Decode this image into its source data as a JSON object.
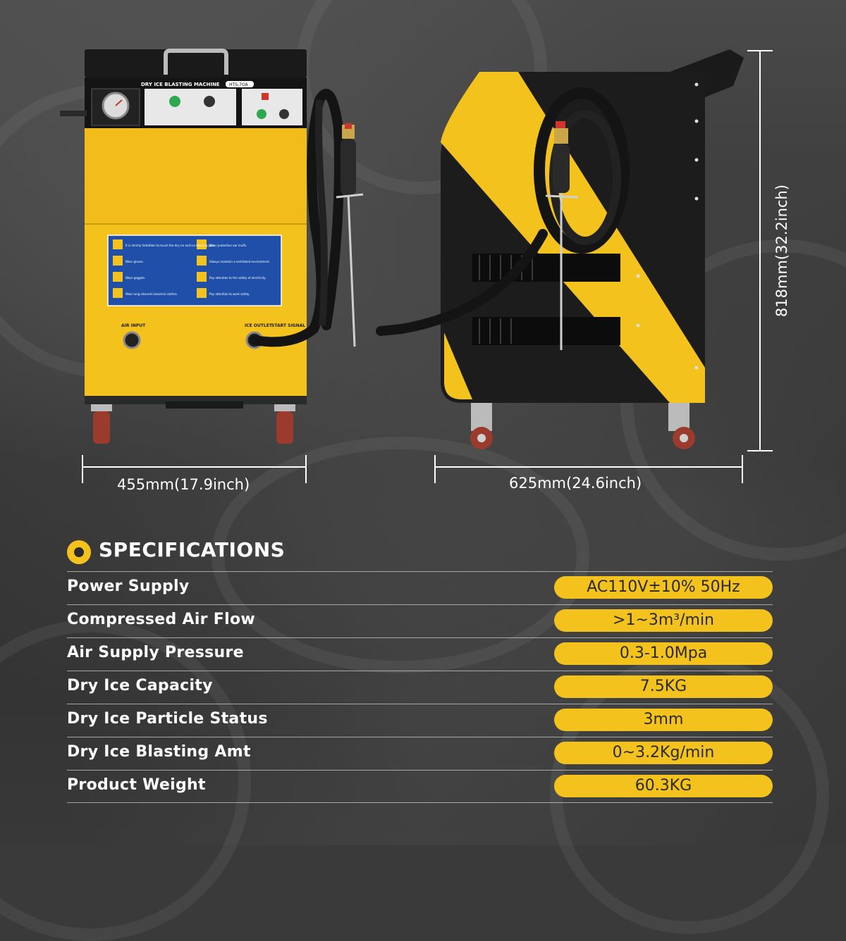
{
  "dimensions": {
    "front_width": "455mm(17.9inch)",
    "side_depth": "625mm(24.6inch)",
    "height": "818mm(32.2inch)"
  },
  "machine_front": {
    "panel_title": "DRY ICE BLASTING MACHINE",
    "model_badge": "HTS-7OA",
    "air_input_label": "AIR INPUT",
    "ice_outlet_label": "ICE OUTLET",
    "start_signal_label": "START SIGNAL",
    "safety_warnings": [
      "It is strictly forbidden to touch the dry ice and ice blasting pipe.",
      "Wear protective ear muffs.",
      "Wear gloves.",
      "Always maintain a ventilated environment.",
      "Wear goggles.",
      "Pay attention to the safety of electricity.",
      "Wear long-sleeved industrial clothes.",
      "Pay attention to work safety."
    ]
  },
  "specs": {
    "heading": "SPECIFICATIONS",
    "rows": [
      {
        "label": "Power Supply",
        "value": "AC110V±10% 50Hz"
      },
      {
        "label": "Compressed Air Flow",
        "value": ">1~3m³/min"
      },
      {
        "label": "Air Supply Pressure",
        "value": "0.3-1.0Mpa"
      },
      {
        "label": "Dry Ice Capacity",
        "value": "7.5KG"
      },
      {
        "label": "Dry Ice Particle Status",
        "value": "3mm"
      },
      {
        "label": "Dry Ice Blasting Amt",
        "value": "0~3.2Kg/min"
      },
      {
        "label": "Product Weight",
        "value": "60.3KG"
      }
    ]
  },
  "colors": {
    "accent_yellow": "#f4c21c",
    "machine_black": "#1c1c1c",
    "safety_blue": "#1f4fa8"
  }
}
